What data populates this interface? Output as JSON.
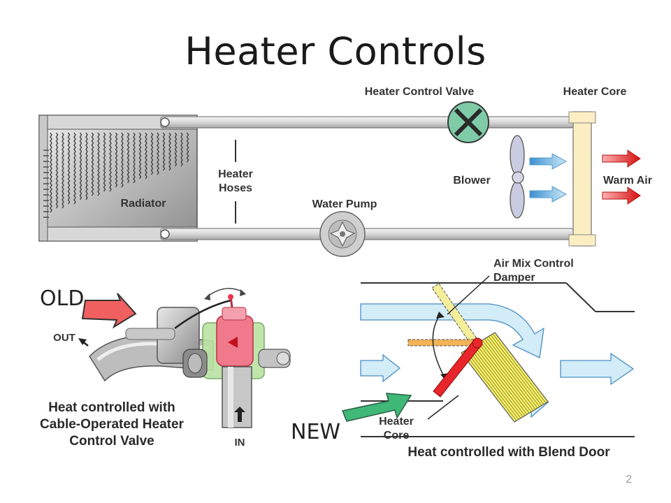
{
  "title": "Heater Controls",
  "top_diagram": {
    "radiator": "Radiator",
    "heater_hoses": "Heater Hoses",
    "water_pump": "Water Pump",
    "heater_control_valve": "Heater Control Valve",
    "heater_core": "Heater Core",
    "blower": "Blower",
    "warm_air": "Warm Air"
  },
  "old_diagram": {
    "label": "OLD",
    "out": "OUT",
    "in": "IN",
    "caption": "Heat controlled with Cable-Operated Heater Control Valve"
  },
  "new_diagram": {
    "label": "NEW",
    "air_mix": "Air Mix Control Damper",
    "heater_core": "Heater Core",
    "caption": "Heat controlled with Blend Door"
  },
  "page_number": "2",
  "colors": {
    "valve_green": "#7fcba8",
    "hose_gray": "#dcdcdc",
    "warm_air_red": "#e02020",
    "cool_air_blue": "#cfeaf7",
    "blend_red": "#e8252b",
    "core_yellow": "#f6ef6a",
    "new_arrow_green": "#3fb878",
    "old_arrow_red": "#f06060"
  }
}
